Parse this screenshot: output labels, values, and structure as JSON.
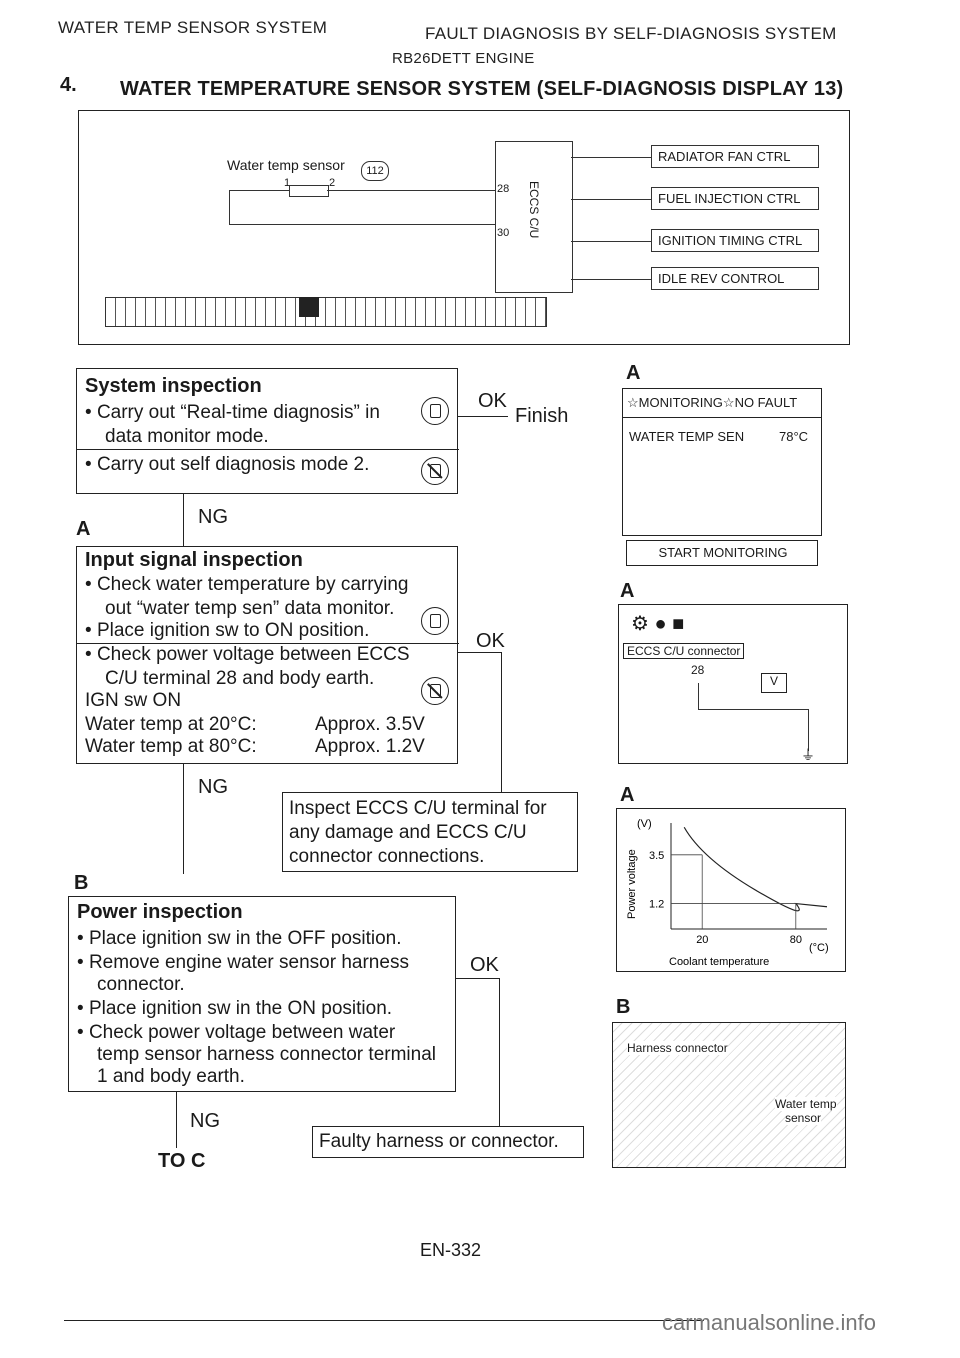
{
  "header": {
    "left": "WATER TEMP SENSOR SYSTEM",
    "right": "FAULT DIAGNOSIS BY SELF-DIAGNOSIS SYSTEM",
    "center": "RB26DETT ENGINE"
  },
  "section": {
    "number": "4.",
    "title": "WATER TEMPERATURE SENSOR SYSTEM (SELF-DIAGNOSIS DISPLAY 13)"
  },
  "wiring": {
    "sensor_label": "Water temp sensor",
    "sensor_code": "112",
    "pin1": "1",
    "pin2": "2",
    "term28": "28",
    "term30": "30",
    "ecu_label": "ECCS C/U",
    "outputs": [
      "RADIATOR FAN CTRL",
      "FUEL INJECTION CTRL",
      "IGNITION TIMING CTRL",
      "IDLE REV CONTROL"
    ]
  },
  "system_inspection": {
    "title": "System inspection",
    "items": [
      "Carry out “Real-time diagnosis” in",
      "data monitor mode.",
      "Carry out self diagnosis mode 2."
    ]
  },
  "input_inspection": {
    "title": "Input signal inspection",
    "lines": [
      "Check water temperature by carrying",
      "out “water temp sen” data monitor.",
      "Place ignition sw to ON position."
    ],
    "check_lines": [
      "Check power voltage between ECCS",
      "C/U terminal 28 and body earth.",
      "IGN sw ON"
    ],
    "temp_rows": [
      {
        "cond": "Water temp at 20°C:",
        "val": "Approx. 3.5V"
      },
      {
        "cond": "Water temp at 80°C:",
        "val": "Approx. 1.2V"
      }
    ]
  },
  "inspect_box": {
    "lines": [
      "Inspect ECCS C/U terminal for",
      "any damage and ECCS C/U",
      "connector connections."
    ]
  },
  "power_inspection": {
    "title": "Power inspection",
    "lines": [
      "Place ignition sw in the OFF position.",
      "Remove engine water sensor harness",
      "connector.",
      "Place ignition sw in the ON position.",
      "Check power voltage between water",
      "temp sensor harness connector terminal",
      "1 and body earth."
    ]
  },
  "faulty_box": "Faulty harness or connector.",
  "flow_labels": {
    "ok": "OK",
    "finish": "Finish",
    "ng": "NG",
    "a": "A",
    "b": "B",
    "to_c": "TO C"
  },
  "monitor": {
    "header": "☆MONITORING☆NO FAULT",
    "row_label": "WATER TEMP SEN",
    "row_value": "78°C",
    "button": "START MONITORING"
  },
  "connector": {
    "label": "ECCS C/U connector",
    "pin": "28",
    "meter": "V"
  },
  "chart_data": {
    "type": "line",
    "xlabel": "Coolant temperature",
    "ylabel": "Power voltage",
    "x_unit": "(°C)",
    "y_unit": "(V)",
    "xticks": [
      "20",
      "80"
    ],
    "yticks": [
      "3.5",
      "1.2"
    ],
    "points": [
      [
        20,
        3.5
      ],
      [
        80,
        1.2
      ]
    ]
  },
  "photo": {
    "label1": "Harness connector",
    "label2": "Water temp",
    "label3": "sensor"
  },
  "footer": {
    "page": "EN-332",
    "watermark": "carmanualsonline.info"
  }
}
